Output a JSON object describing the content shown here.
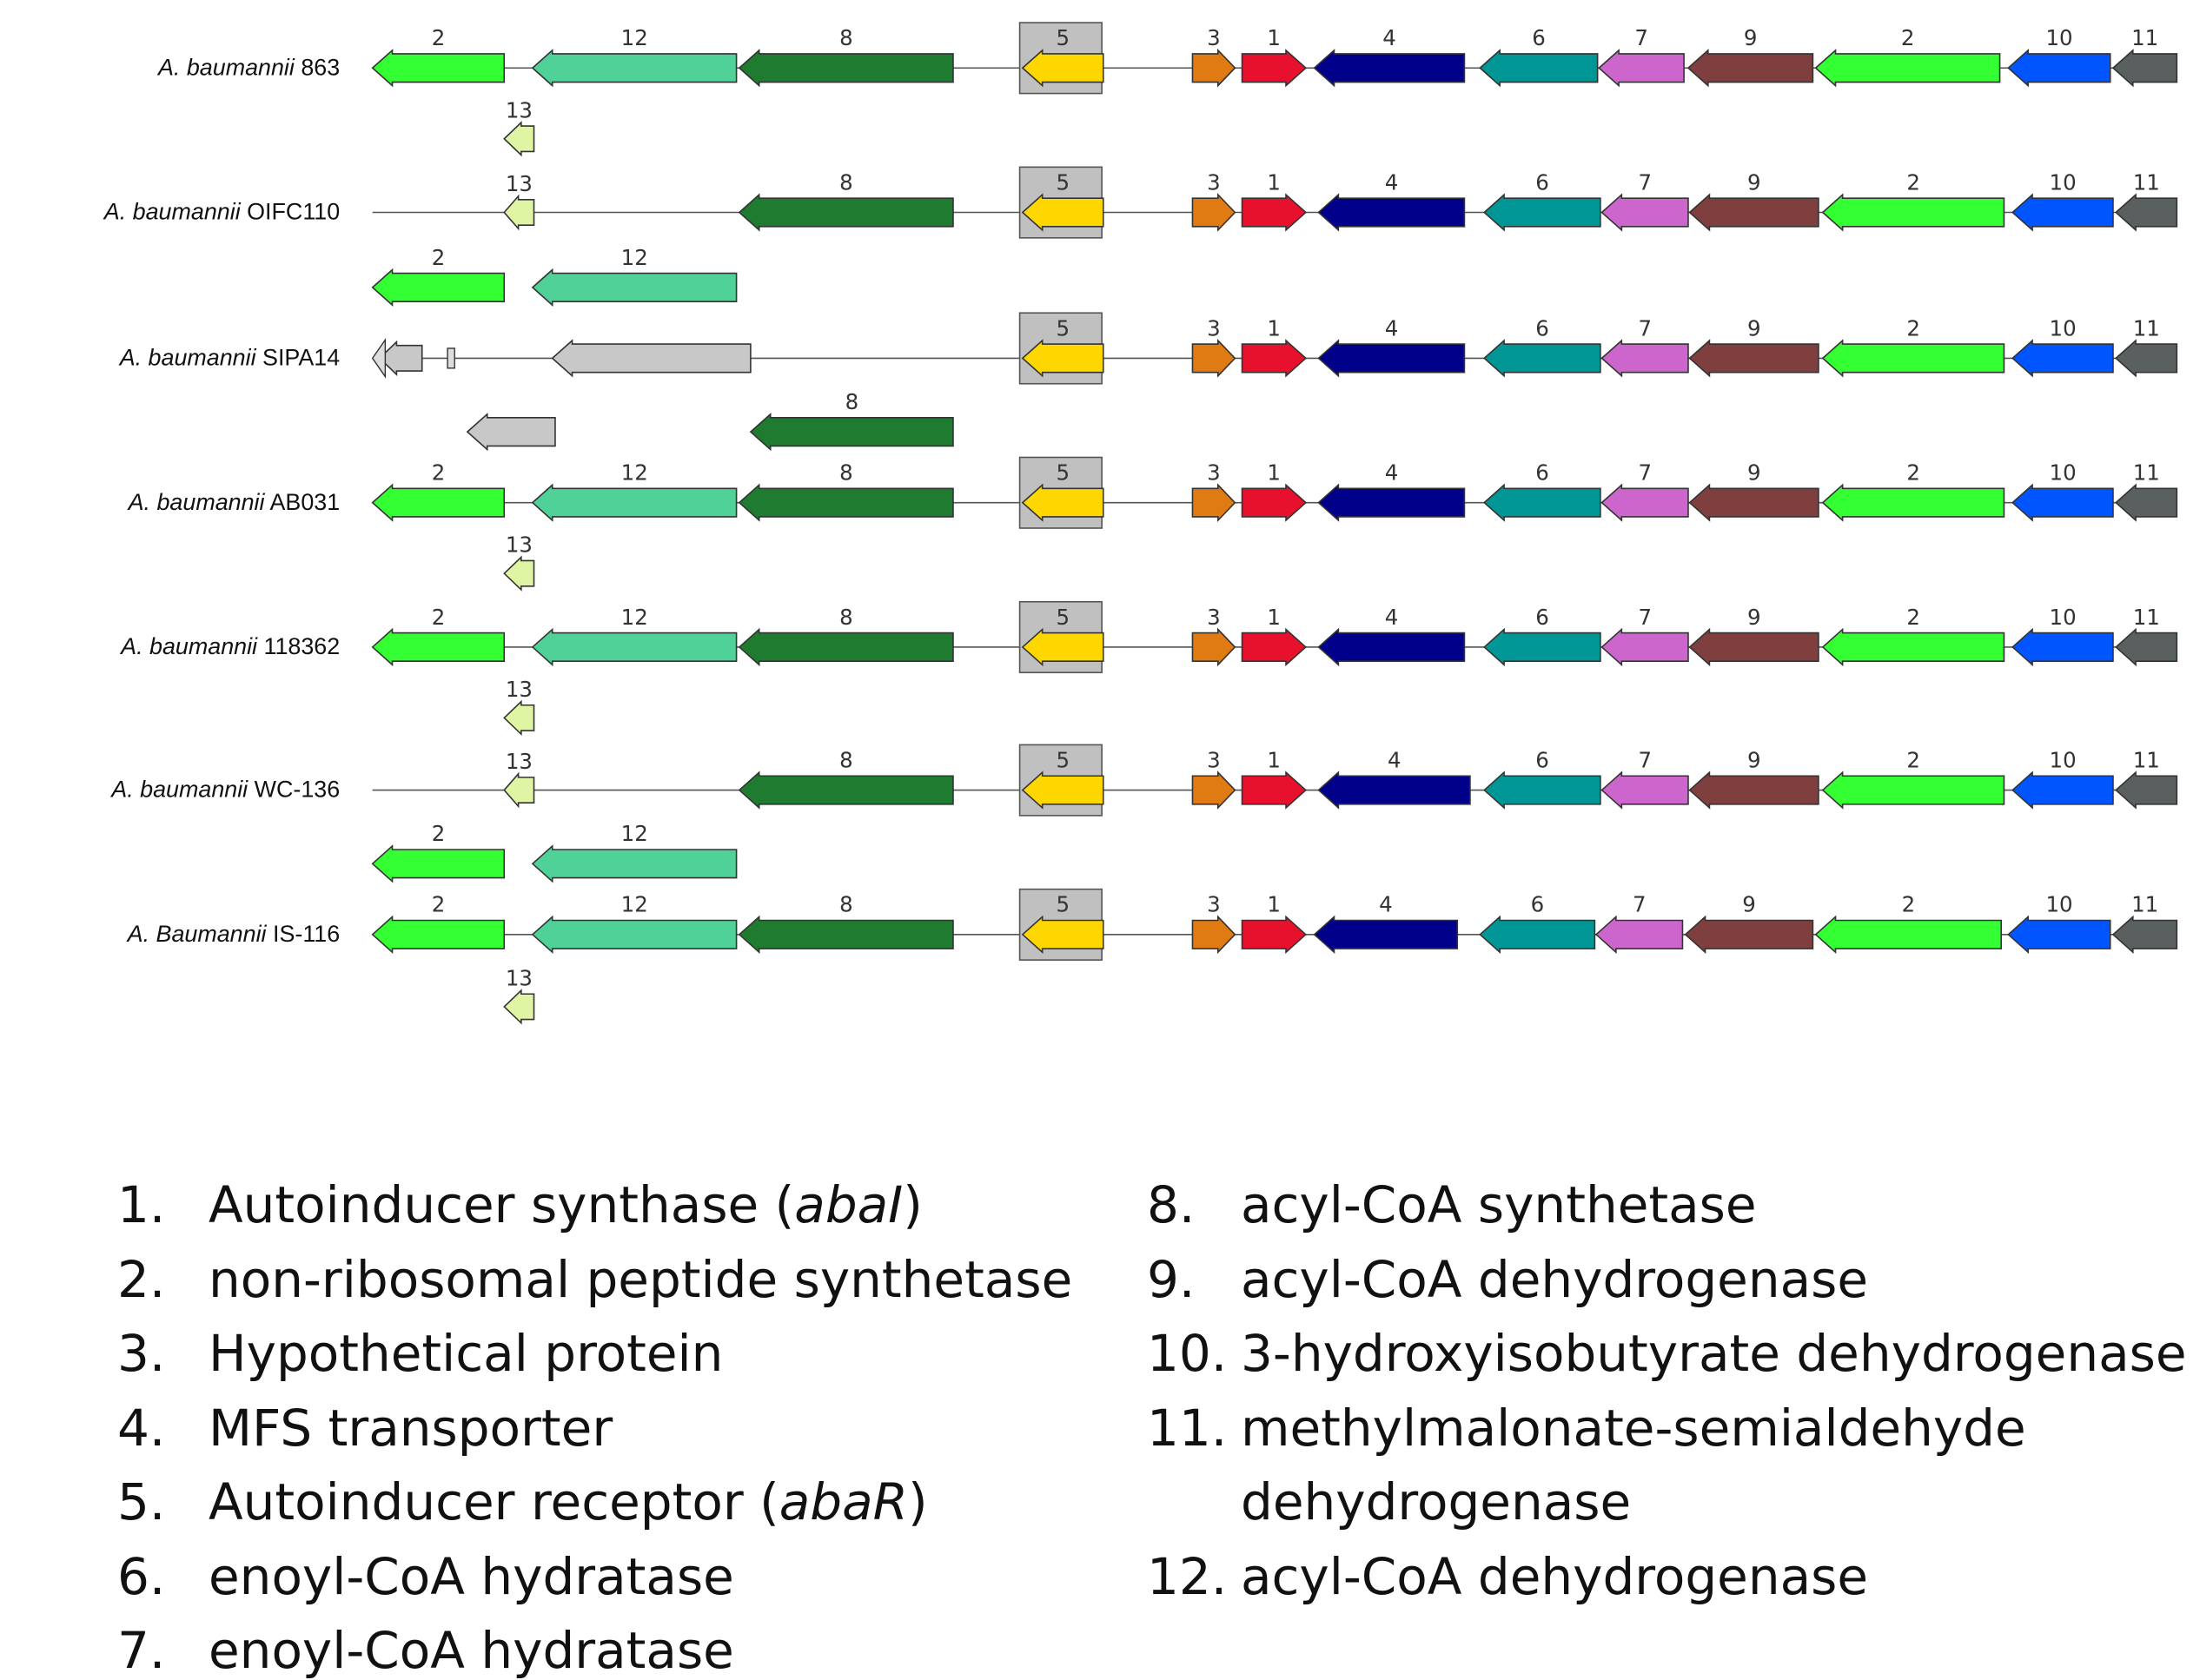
{
  "strains": [
    {
      "species": "A. baumannii",
      "strain": "863"
    },
    {
      "species": "A. baumannii",
      "strain": "OIFC110"
    },
    {
      "species": "A. baumannii",
      "strain": "SIPA14"
    },
    {
      "species": "A. baumannii",
      "strain": "AB031"
    },
    {
      "species": "A. baumannii",
      "strain": "118362"
    },
    {
      "species": "A. baumannii",
      "strain": "WC-136"
    },
    {
      "species": "A. Baumannii",
      "strain": "IS-116"
    }
  ],
  "gene_colors": {
    "1": "#e8112d",
    "2": "#33ff33",
    "3": "#e07b14",
    "4": "#00008b",
    "5": "#ffd700",
    "6": "#009696",
    "7": "#cc66cc",
    "8": "#1e7b30",
    "9": "#7f3f3f",
    "10": "#0055ff",
    "11": "#5a5f5f",
    "12": "#4fd197",
    "13": "#dff5a3",
    "unassigned": "#c8c8c8",
    "abaR_box": "#c0c0c0"
  },
  "cluster_tracks": [
    {
      "strain_index": 0,
      "main": [
        {
          "gene": "2",
          "dir": "left",
          "label": "2"
        },
        {
          "gene": "12",
          "dir": "left",
          "label": "12"
        },
        {
          "gene": "8",
          "dir": "left",
          "label": "8"
        },
        {
          "gene": "5",
          "dir": "left",
          "label": "5",
          "boxed": true
        },
        {
          "gene": "3",
          "dir": "right",
          "label": "3"
        },
        {
          "gene": "1",
          "dir": "right",
          "label": "1"
        },
        {
          "gene": "4",
          "dir": "left",
          "label": "4"
        },
        {
          "gene": "6",
          "dir": "left",
          "label": "6"
        },
        {
          "gene": "7",
          "dir": "left",
          "label": "7"
        },
        {
          "gene": "9",
          "dir": "left",
          "label": "9"
        },
        {
          "gene": "2",
          "dir": "left",
          "label": "2"
        },
        {
          "gene": "10",
          "dir": "left",
          "label": "10"
        },
        {
          "gene": "11",
          "dir": "left",
          "label": "11"
        }
      ],
      "sub": [
        {
          "gene": "13",
          "dir": "left",
          "label": "13"
        }
      ]
    },
    {
      "strain_index": 1,
      "main": [
        {
          "gene": "13",
          "dir": "left",
          "label": "13"
        },
        {
          "gene": "8",
          "dir": "left",
          "label": "8"
        },
        {
          "gene": "5",
          "dir": "left",
          "label": "5",
          "boxed": true
        },
        {
          "gene": "3",
          "dir": "right",
          "label": "3"
        },
        {
          "gene": "1",
          "dir": "right",
          "label": "1"
        },
        {
          "gene": "4",
          "dir": "left",
          "label": "4"
        },
        {
          "gene": "6",
          "dir": "left",
          "label": "6"
        },
        {
          "gene": "7",
          "dir": "left",
          "label": "7"
        },
        {
          "gene": "9",
          "dir": "left",
          "label": "9"
        },
        {
          "gene": "2",
          "dir": "left",
          "label": "2"
        },
        {
          "gene": "10",
          "dir": "left",
          "label": "10"
        },
        {
          "gene": "11",
          "dir": "left",
          "label": "11"
        }
      ],
      "sub": [
        {
          "gene": "2",
          "dir": "left",
          "label": "2"
        },
        {
          "gene": "12",
          "dir": "left",
          "label": "12"
        }
      ]
    },
    {
      "strain_index": 2,
      "main": [
        {
          "gene": "unassigned",
          "dir": "left",
          "label": ""
        },
        {
          "gene": "unassigned",
          "dir": "left",
          "label": ""
        },
        {
          "gene": "5",
          "dir": "left",
          "label": "5",
          "boxed": true
        },
        {
          "gene": "3",
          "dir": "right",
          "label": "3"
        },
        {
          "gene": "1",
          "dir": "right",
          "label": "1"
        },
        {
          "gene": "4",
          "dir": "left",
          "label": "4"
        },
        {
          "gene": "6",
          "dir": "left",
          "label": "6"
        },
        {
          "gene": "7",
          "dir": "left",
          "label": "7"
        },
        {
          "gene": "9",
          "dir": "left",
          "label": "9"
        },
        {
          "gene": "2",
          "dir": "left",
          "label": "2"
        },
        {
          "gene": "10",
          "dir": "left",
          "label": "10"
        },
        {
          "gene": "11",
          "dir": "left",
          "label": "11"
        }
      ],
      "sub": [
        {
          "gene": "unassigned",
          "dir": "left",
          "label": ""
        },
        {
          "gene": "8",
          "dir": "left",
          "label": "8"
        }
      ]
    },
    {
      "strain_index": 3,
      "main": [
        {
          "gene": "2",
          "dir": "left",
          "label": "2"
        },
        {
          "gene": "12",
          "dir": "left",
          "label": "12"
        },
        {
          "gene": "8",
          "dir": "left",
          "label": "8"
        },
        {
          "gene": "5",
          "dir": "left",
          "label": "5",
          "boxed": true
        },
        {
          "gene": "3",
          "dir": "right",
          "label": "3"
        },
        {
          "gene": "1",
          "dir": "right",
          "label": "1"
        },
        {
          "gene": "4",
          "dir": "left",
          "label": "4"
        },
        {
          "gene": "6",
          "dir": "left",
          "label": "6"
        },
        {
          "gene": "7",
          "dir": "left",
          "label": "7"
        },
        {
          "gene": "9",
          "dir": "left",
          "label": "9"
        },
        {
          "gene": "2",
          "dir": "left",
          "label": "2"
        },
        {
          "gene": "10",
          "dir": "left",
          "label": "10"
        },
        {
          "gene": "11",
          "dir": "left",
          "label": "11"
        }
      ],
      "sub": [
        {
          "gene": "13",
          "dir": "left",
          "label": "13"
        }
      ]
    },
    {
      "strain_index": 4,
      "main": [
        {
          "gene": "2",
          "dir": "left",
          "label": "2"
        },
        {
          "gene": "12",
          "dir": "left",
          "label": "12"
        },
        {
          "gene": "8",
          "dir": "left",
          "label": "8"
        },
        {
          "gene": "5",
          "dir": "left",
          "label": "5",
          "boxed": true
        },
        {
          "gene": "3",
          "dir": "right",
          "label": "3"
        },
        {
          "gene": "1",
          "dir": "right",
          "label": "1"
        },
        {
          "gene": "4",
          "dir": "left",
          "label": "4"
        },
        {
          "gene": "6",
          "dir": "left",
          "label": "6"
        },
        {
          "gene": "7",
          "dir": "left",
          "label": "7"
        },
        {
          "gene": "9",
          "dir": "left",
          "label": "9"
        },
        {
          "gene": "2",
          "dir": "left",
          "label": "2"
        },
        {
          "gene": "10",
          "dir": "left",
          "label": "10"
        },
        {
          "gene": "11",
          "dir": "left",
          "label": "11"
        }
      ],
      "sub": [
        {
          "gene": "13",
          "dir": "left",
          "label": "13"
        }
      ]
    },
    {
      "strain_index": 5,
      "main": [
        {
          "gene": "13",
          "dir": "left",
          "label": "13"
        },
        {
          "gene": "8",
          "dir": "left",
          "label": "8"
        },
        {
          "gene": "5",
          "dir": "left",
          "label": "5",
          "boxed": true
        },
        {
          "gene": "3",
          "dir": "right",
          "label": "3"
        },
        {
          "gene": "1",
          "dir": "right",
          "label": "1"
        },
        {
          "gene": "4",
          "dir": "left",
          "label": "4"
        },
        {
          "gene": "6",
          "dir": "left",
          "label": "6"
        },
        {
          "gene": "7",
          "dir": "left",
          "label": "7"
        },
        {
          "gene": "9",
          "dir": "left",
          "label": "9"
        },
        {
          "gene": "2",
          "dir": "left",
          "label": "2"
        },
        {
          "gene": "10",
          "dir": "left",
          "label": "10"
        },
        {
          "gene": "11",
          "dir": "left",
          "label": "11"
        }
      ],
      "sub": [
        {
          "gene": "2",
          "dir": "left",
          "label": "2"
        },
        {
          "gene": "12",
          "dir": "left",
          "label": "12"
        }
      ]
    },
    {
      "strain_index": 6,
      "main": [
        {
          "gene": "2",
          "dir": "left",
          "label": "2"
        },
        {
          "gene": "12",
          "dir": "left",
          "label": "12"
        },
        {
          "gene": "8",
          "dir": "left",
          "label": "8"
        },
        {
          "gene": "5",
          "dir": "left",
          "label": "5",
          "boxed": true
        },
        {
          "gene": "3",
          "dir": "right",
          "label": "3"
        },
        {
          "gene": "1",
          "dir": "right",
          "label": "1"
        },
        {
          "gene": "4",
          "dir": "left",
          "label": "4"
        },
        {
          "gene": "6",
          "dir": "left",
          "label": "6"
        },
        {
          "gene": "7",
          "dir": "left",
          "label": "7"
        },
        {
          "gene": "9",
          "dir": "left",
          "label": "9"
        },
        {
          "gene": "2",
          "dir": "left",
          "label": "2"
        },
        {
          "gene": "10",
          "dir": "left",
          "label": "10"
        },
        {
          "gene": "11",
          "dir": "left",
          "label": "11"
        }
      ],
      "sub": [
        {
          "gene": "13",
          "dir": "left",
          "label": "13"
        }
      ]
    }
  ],
  "legend": [
    {
      "num": "1.",
      "text": "Autoinducer synthase (",
      "italic": "abaI",
      "after": ")"
    },
    {
      "num": "2.",
      "text": "non-ribosomal peptide synthetase"
    },
    {
      "num": "3.",
      "text": "Hypothetical protein"
    },
    {
      "num": "4.",
      "text": "MFS transporter"
    },
    {
      "num": "5.",
      "text": "Autoinducer receptor (",
      "italic": "abaR",
      "after": ")"
    },
    {
      "num": "6.",
      "text": "enoyl-CoA hydratase"
    },
    {
      "num": "7.",
      "text": "enoyl-CoA hydratase"
    },
    {
      "num": "8.",
      "text": "acyl-CoA synthetase"
    },
    {
      "num": "9.",
      "text": "acyl-CoA dehydrogenase"
    },
    {
      "num": "10.",
      "text": "3-hydroxyisobutyrate dehydrogenase"
    },
    {
      "num": "11.",
      "text": "methylmalonate-semialdehyde"
    },
    {
      "num": "",
      "text": "dehydrogenase"
    },
    {
      "num": "12.",
      "text": "acyl-CoA dehydrogenase"
    }
  ]
}
